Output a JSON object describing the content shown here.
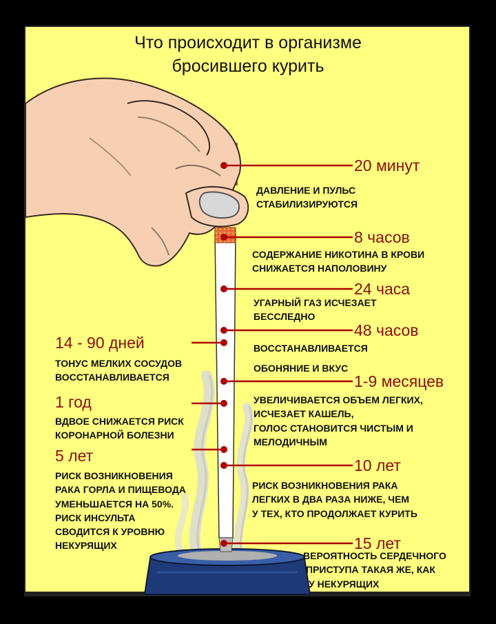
{
  "title": {
    "line1": "Что происходит в организме",
    "line2": "бросившего курить"
  },
  "colors": {
    "background": "#ffff80",
    "accent": "#8a0f0f",
    "frame": "#000000",
    "ashtray": "#2a4a8a"
  },
  "illustration": {
    "icons": [
      "hand-icon",
      "cigarette-icon",
      "smoke-icon",
      "ashtray-icon"
    ]
  },
  "right_milestones": [
    {
      "time": "20 минут",
      "desc": [
        "ДАВЛЕНИЕ  И  ПУЛЬС",
        "СТАБИЛИЗИРУЮТСЯ"
      ]
    },
    {
      "time": "8 часов",
      "desc": [
        "СОДЕРЖАНИЕ НИКОТИНА В КРОВИ",
        "СНИЖАЕТСЯ НАПОЛОВИНУ"
      ]
    },
    {
      "time": "24 часа",
      "desc": [
        "УГАРНЫЙ ГАЗ ИСЧЕЗАЕТ",
        "БЕССЛЕДНО"
      ]
    },
    {
      "time": "48 часов",
      "desc": [
        "ВОССТАНАВЛИВАЕТСЯ",
        "ОБОНЯНИЕ И ВКУС"
      ]
    },
    {
      "time": "1-9 месяцев",
      "desc": [
        "УВЕЛИЧИВАЕТСЯ ОБЪЕМ ЛЕГКИХ,",
        "ИСЧЕЗАЕТ КАШЕЛЬ,",
        "ГОЛОС СТАНОВИТСЯ ЧИСТЫМ И",
        "МЕЛОДИЧНЫМ"
      ]
    },
    {
      "time": "10 лет",
      "desc": [
        "РИСК ВОЗНИКНОВЕНИЯ РАКА",
        "ЛЕГКИХ В ДВА РАЗА НИЖЕ, ЧЕМ",
        "У ТЕХ, КТО ПРОДОЛЖАЕТ КУРИТЬ"
      ]
    },
    {
      "time": "15 лет",
      "desc": [
        "ВЕРОЯТНОСТЬ СЕРДЕЧНОГО",
        "ПРИСТУПА ТАКАЯ ЖЕ, КАК",
        "У НЕКУРЯЩИХ"
      ]
    }
  ],
  "left_milestones": [
    {
      "time": "14 - 90 дней",
      "desc": [
        "ТОНУС МЕЛКИХ СОСУДОВ",
        "ВОССТАНАВЛИВАЕТСЯ"
      ]
    },
    {
      "time": "1 год",
      "desc": [
        "ВДВОЕ СНИЖАЕТСЯ РИСК",
        "КОРОНАРНОЙ БОЛЕЗНИ"
      ]
    },
    {
      "time": "5 лет",
      "desc": [
        "РИСК ВОЗНИКНОВЕНИЯ",
        "РАКА ГОРЛА И ПИЩЕВОДА",
        "УМЕНЬШАЕТСЯ НА 50%.",
        "РИСК ИНСУЛЬТА",
        "СВОДИТСЯ К УРОВНЮ",
        "НЕКУРЯЩИХ"
      ]
    }
  ]
}
